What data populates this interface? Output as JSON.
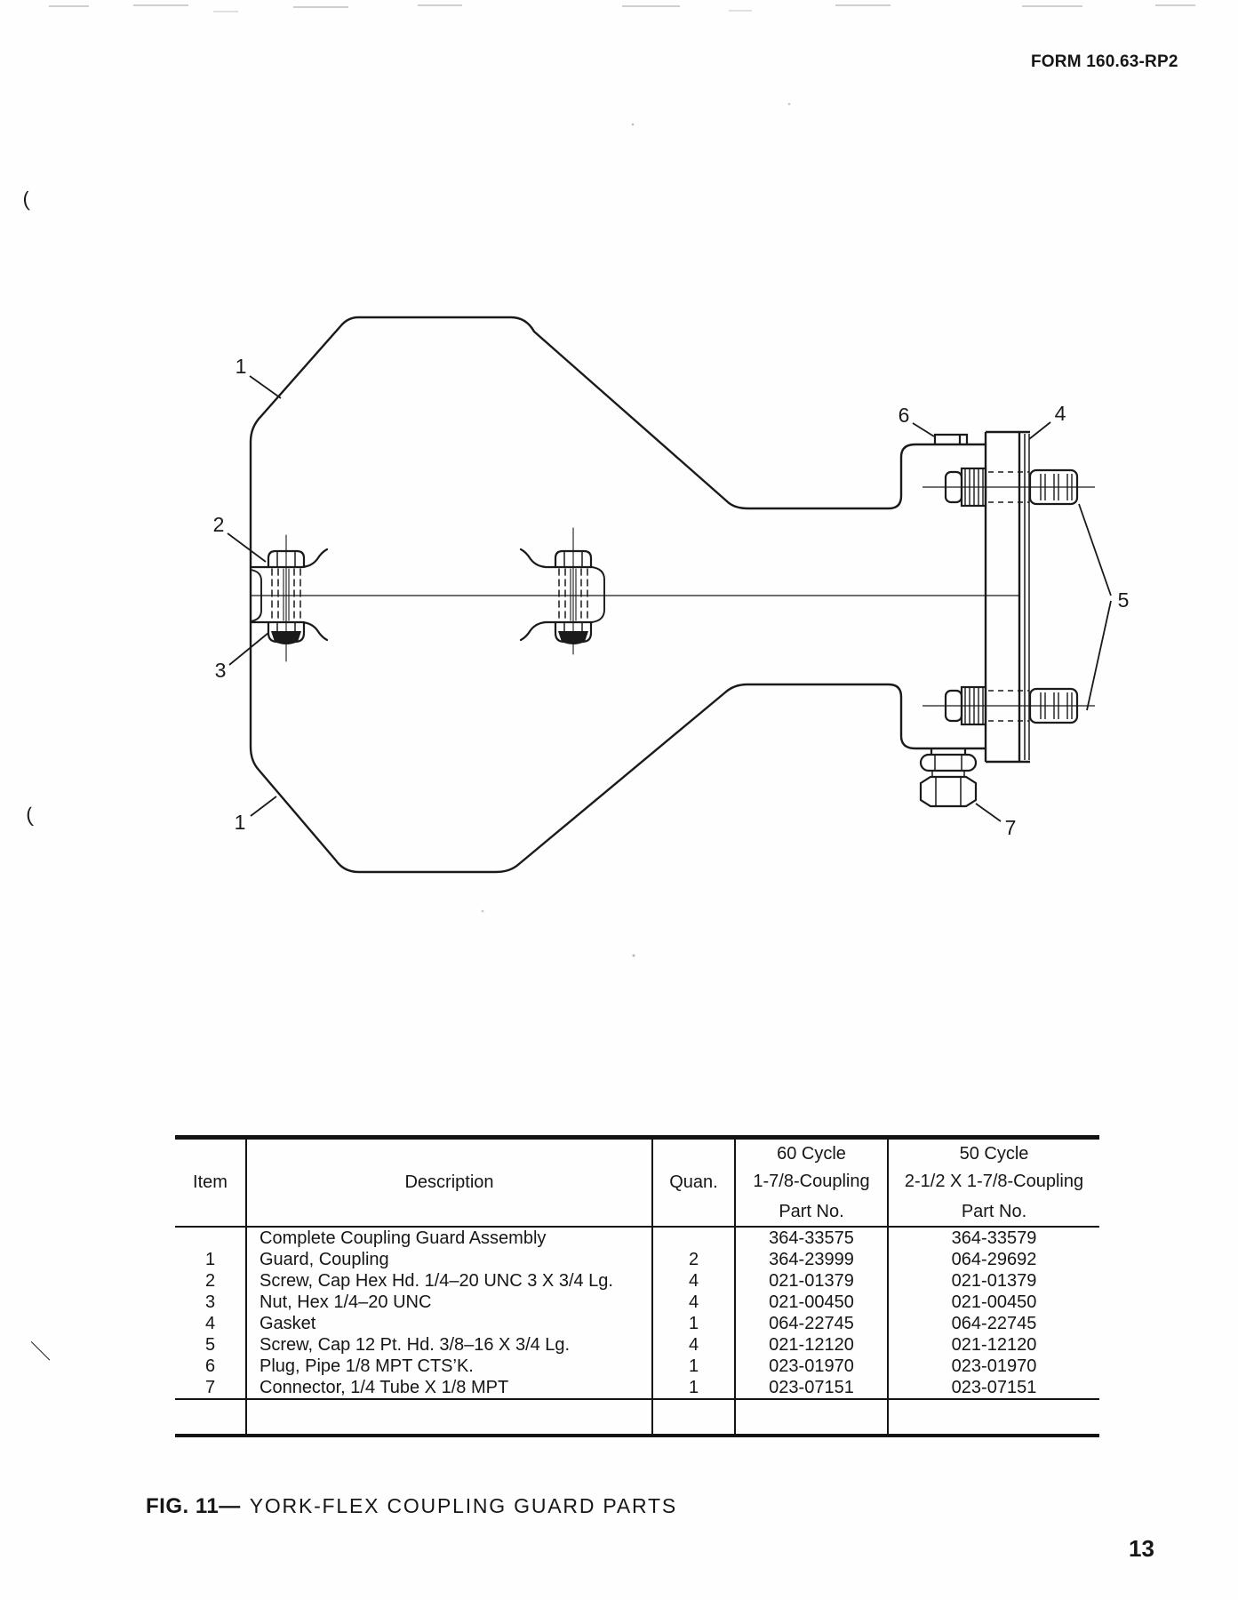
{
  "page": {
    "form_number": "FORM 160.63-RP2",
    "page_number": "13",
    "caption_prefix": "FIG. 11—",
    "caption_title": "YORK-FLEX COUPLING GUARD PARTS"
  },
  "diagram": {
    "callouts": [
      {
        "label": "1"
      },
      {
        "label": "2"
      },
      {
        "label": "3"
      },
      {
        "label": "1"
      },
      {
        "label": "6"
      },
      {
        "label": "4"
      },
      {
        "label": "5"
      },
      {
        "label": "7"
      }
    ]
  },
  "table": {
    "headers": {
      "item": "Item",
      "description": "Description",
      "quantity": "Quan.",
      "col60": [
        "60 Cycle",
        "1-7/8-Coupling",
        "Part No."
      ],
      "col50": [
        "50 Cycle",
        "2-1/2 X 1-7/8-Coupling",
        "Part No."
      ]
    },
    "rows": [
      {
        "item": "",
        "description": "Complete Coupling Guard Assembly",
        "quan": "",
        "part60": "364-33575",
        "part50": "364-33579"
      },
      {
        "item": "1",
        "description": "Guard, Coupling",
        "quan": "2",
        "part60": "364-23999",
        "part50": "064-29692"
      },
      {
        "item": "2",
        "description": "Screw, Cap Hex Hd. 1/4–20 UNC 3 X 3/4 Lg.",
        "quan": "4",
        "part60": "021-01379",
        "part50": "021-01379"
      },
      {
        "item": "3",
        "description": "Nut, Hex 1/4–20 UNC",
        "quan": "4",
        "part60": "021-00450",
        "part50": "021-00450"
      },
      {
        "item": "4",
        "description": "Gasket",
        "quan": "1",
        "part60": "064-22745",
        "part50": "064-22745"
      },
      {
        "item": "5",
        "description": "Screw, Cap 12 Pt. Hd. 3/8–16 X 3/4 Lg.",
        "quan": "4",
        "part60": "021-12120",
        "part50": "021-12120"
      },
      {
        "item": "6",
        "description": "Plug, Pipe 1/8 MPT CTS’K.",
        "quan": "1",
        "part60": "023-01970",
        "part50": "023-01970"
      },
      {
        "item": "7",
        "description": "Connector, 1/4 Tube X 1/8 MPT",
        "quan": "1",
        "part60": "023-07151",
        "part50": "023-07151"
      }
    ]
  }
}
